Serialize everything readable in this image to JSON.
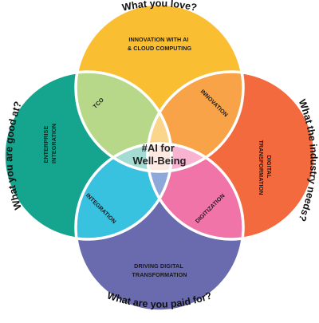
{
  "colors": {
    "top": "#F9BE32",
    "left": "#15A58E",
    "right": "#F26A3D",
    "bottom": "#6A6AAE",
    "tco": "#B7D889",
    "innovation": "#F8A347",
    "integration": "#39C1E0",
    "digitization": "#F174A8",
    "center_top": "#FBD58C",
    "center_left": "#A4DCD3",
    "center_right": "#F7B3CF",
    "center_bottom": "#8FA8DA",
    "center": "#FCE9E2"
  },
  "questions": {
    "top": "What you love?",
    "left": "What you are good at?",
    "right": "What the industry needs?",
    "bottom": "What are you paid for?"
  },
  "circles": {
    "top": [
      "INNOVATION WITH AI",
      "& CLOUD COMPUTING"
    ],
    "left": [
      "ENTERPRISE",
      "INTEGRATION"
    ],
    "right": [
      "DIGITAL",
      "TRANSFORMATION"
    ],
    "bottom": [
      "DRIVING DIGITAL",
      "TRANSFORMATION"
    ]
  },
  "overlaps": {
    "tco": "TCO",
    "innovation": "INNOVATION",
    "integration": "INTEGRATION",
    "digitization": "DIGITIZATION"
  },
  "center": [
    "#AI for",
    "Well-Being"
  ]
}
